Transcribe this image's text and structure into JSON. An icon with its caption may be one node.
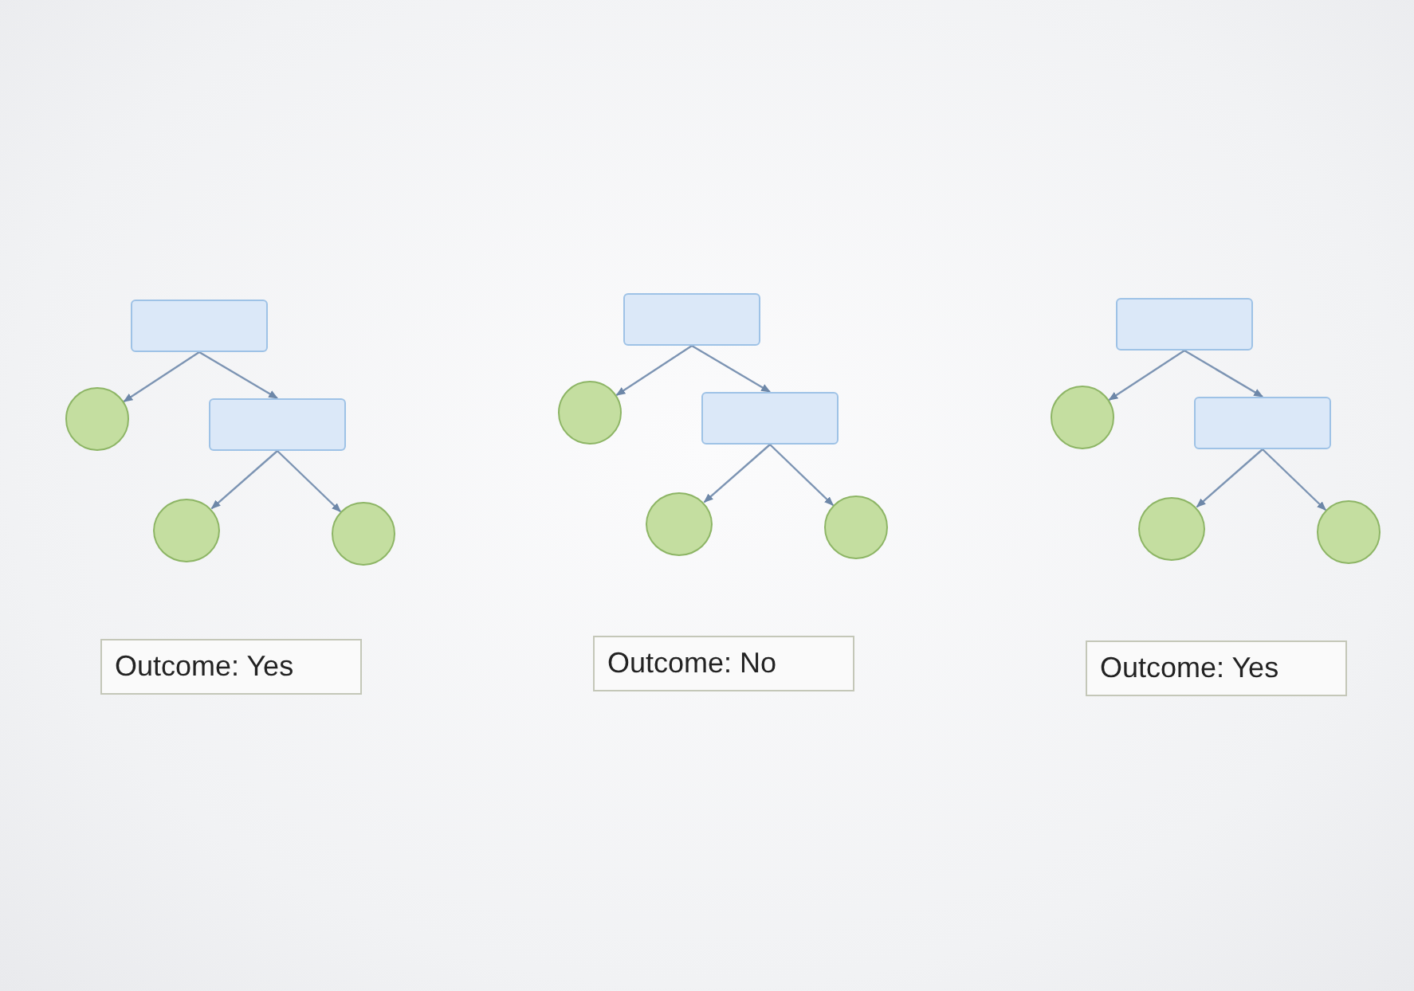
{
  "diagram": {
    "nodes": [
      {
        "text": [],
        "shape": "box"
      },
      {
        "text": [],
        "shape": "circle"
      },
      {
        "text": [],
        "shape": "box"
      },
      {
        "text": [],
        "shape": "circle"
      },
      {
        "text": [],
        "shape": "circle"
      },
      {
        "text": [
          "Outcome: Yes"
        ]
      },
      {
        "text": [],
        "shape": "box"
      },
      {
        "text": [],
        "shape": "circle"
      },
      {
        "text": [],
        "shape": "box"
      },
      {
        "text": [],
        "shape": "circle"
      },
      {
        "text": [],
        "shape": "circle"
      },
      {
        "text": [
          "Outcome: No"
        ]
      },
      {
        "text": [],
        "shape": "box"
      },
      {
        "text": [],
        "shape": "circle"
      },
      {
        "text": [],
        "shape": "box"
      },
      {
        "text": [],
        "shape": "circle"
      },
      {
        "text": [],
        "shape": "circle"
      },
      {
        "text": [
          "Outcome: Yes"
        ]
      }
    ],
    "edges": [
      {
        "from": 0,
        "to": 1,
        "arrow": "to"
      },
      {
        "from": 0,
        "to": 2,
        "arrow": "to"
      },
      {
        "from": 2,
        "to": 3,
        "arrow": "to"
      },
      {
        "from": 2,
        "to": 4,
        "arrow": "to"
      },
      {
        "from": 6,
        "to": 7,
        "arrow": "to"
      },
      {
        "from": 6,
        "to": 8,
        "arrow": "to"
      },
      {
        "from": 8,
        "to": 9,
        "arrow": "to"
      },
      {
        "from": 8,
        "to": 10,
        "arrow": "to"
      },
      {
        "from": 12,
        "to": 13,
        "arrow": "to"
      },
      {
        "from": 12,
        "to": 14,
        "arrow": "to"
      },
      {
        "from": 14,
        "to": 15,
        "arrow": "to"
      },
      {
        "from": 14,
        "to": 16,
        "arrow": "to"
      }
    ]
  }
}
